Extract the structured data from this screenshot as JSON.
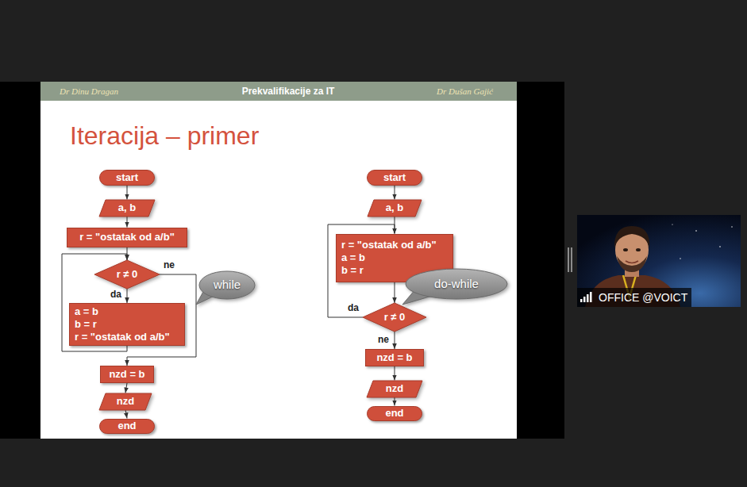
{
  "diagram": {
    "title": "Iteracija – primer",
    "nodes": [
      {
        "text": [
          "start"
        ]
      },
      {
        "text": [
          "a, b"
        ]
      },
      {
        "text": [
          "r = \"ostatak od a/b\""
        ]
      },
      {
        "text": [
          "r ≠ 0"
        ]
      },
      {
        "text": [
          "a = b",
          "b = r",
          "r = \"ostatak od a/b\""
        ]
      },
      {
        "text": [
          "nzd = b"
        ]
      },
      {
        "text": [
          "nzd"
        ]
      },
      {
        "text": [
          "end"
        ]
      },
      {
        "text": [
          "while"
        ]
      },
      {
        "text": [
          "start"
        ]
      },
      {
        "text": [
          "a, b"
        ]
      },
      {
        "text": [
          "r = \"ostatak od a/b\"",
          "a = b",
          "b = r"
        ]
      },
      {
        "text": [
          "r ≠ 0"
        ]
      },
      {
        "text": [
          "nzd = b"
        ]
      },
      {
        "text": [
          "nzd"
        ]
      },
      {
        "text": [
          "end"
        ]
      },
      {
        "text": [
          "do-while"
        ]
      }
    ],
    "edges": [
      {
        "from": 0,
        "to": 1,
        "arrow": "to"
      },
      {
        "from": 1,
        "to": 2,
        "arrow": "to"
      },
      {
        "from": 2,
        "to": 3,
        "arrow": "to"
      },
      {
        "from": 3,
        "to": 4,
        "label": "da",
        "arrow": "to"
      },
      {
        "from": 4,
        "to": 3,
        "arrow": "to"
      },
      {
        "from": 3,
        "to": 5,
        "label": "ne",
        "arrow": "to"
      },
      {
        "from": 5,
        "to": 6,
        "arrow": "to"
      },
      {
        "from": 6,
        "to": 7,
        "arrow": "to"
      },
      {
        "from": 9,
        "to": 10,
        "arrow": "to"
      },
      {
        "from": 10,
        "to": 11,
        "arrow": "to"
      },
      {
        "from": 11,
        "to": 12,
        "arrow": "to"
      },
      {
        "from": 12,
        "to": 11,
        "label": "da",
        "arrow": "to"
      },
      {
        "from": 12,
        "to": 13,
        "label": "ne",
        "arrow": "to"
      },
      {
        "from": 13,
        "to": 14,
        "arrow": "to"
      },
      {
        "from": 14,
        "to": 15,
        "arrow": "to"
      }
    ],
    "labels": [
      "Dr Dinu Dragan",
      "Prekvalifikacije za IT",
      "Dr Dušan Gajić",
      "OFFICE @VOICT"
    ]
  }
}
